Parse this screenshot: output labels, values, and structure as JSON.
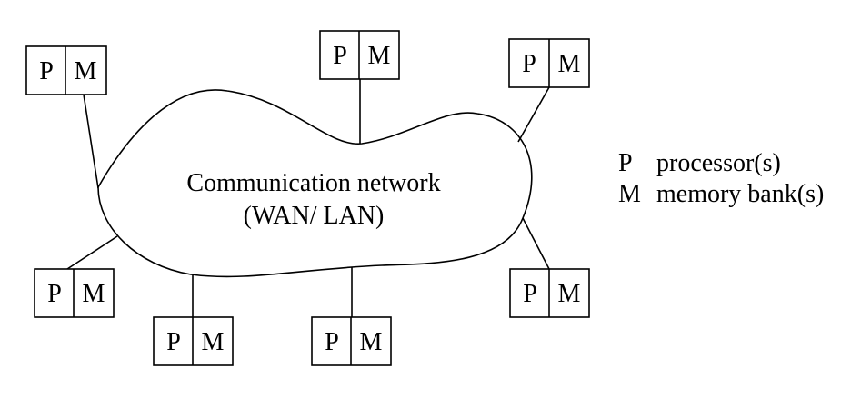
{
  "network": {
    "label_line1": "Communication network",
    "label_line2": "(WAN/ LAN)"
  },
  "node": {
    "processor_letter": "P",
    "memory_letter": "M"
  },
  "legend": {
    "items": [
      {
        "key": "P",
        "text": "processor(s)"
      },
      {
        "key": "M",
        "text": "memory bank(s)"
      }
    ]
  }
}
